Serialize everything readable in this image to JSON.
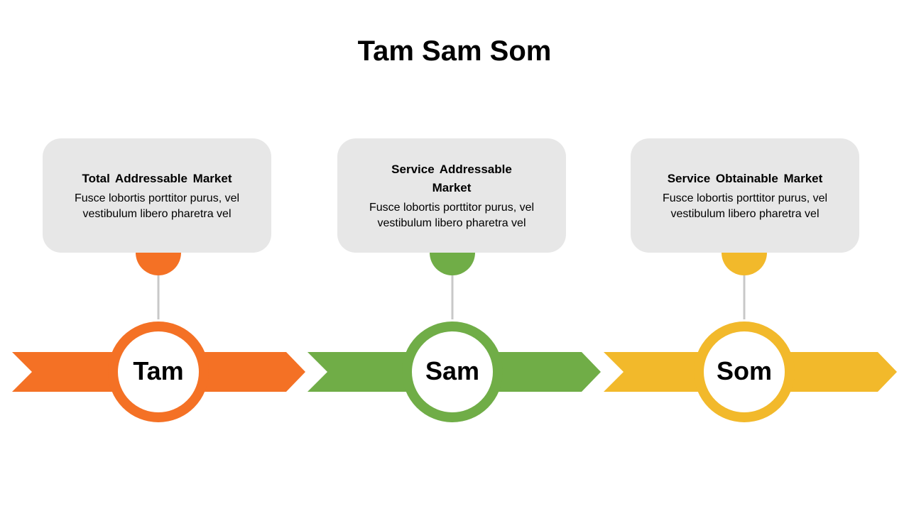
{
  "title": "Tam Sam Som",
  "steps": [
    {
      "label": "Tam",
      "color": "#f47125",
      "card_title": "Total  Addressable  Market",
      "card_body": "Fusce lobortis porttitor purus, vel vestibulum libero pharetra vel"
    },
    {
      "label": "Sam",
      "color": "#70ad47",
      "card_title": "Service  Addressable  Market",
      "card_body": "Fusce lobortis porttitor purus, vel vestibulum libero pharetra vel"
    },
    {
      "label": "Som",
      "color": "#f2b92b",
      "card_title": "Service  Obtainable  Market",
      "card_body": "Fusce lobortis porttitor purus, vel vestibulum libero pharetra vel"
    }
  ],
  "connector_color": "#c8c8c8"
}
